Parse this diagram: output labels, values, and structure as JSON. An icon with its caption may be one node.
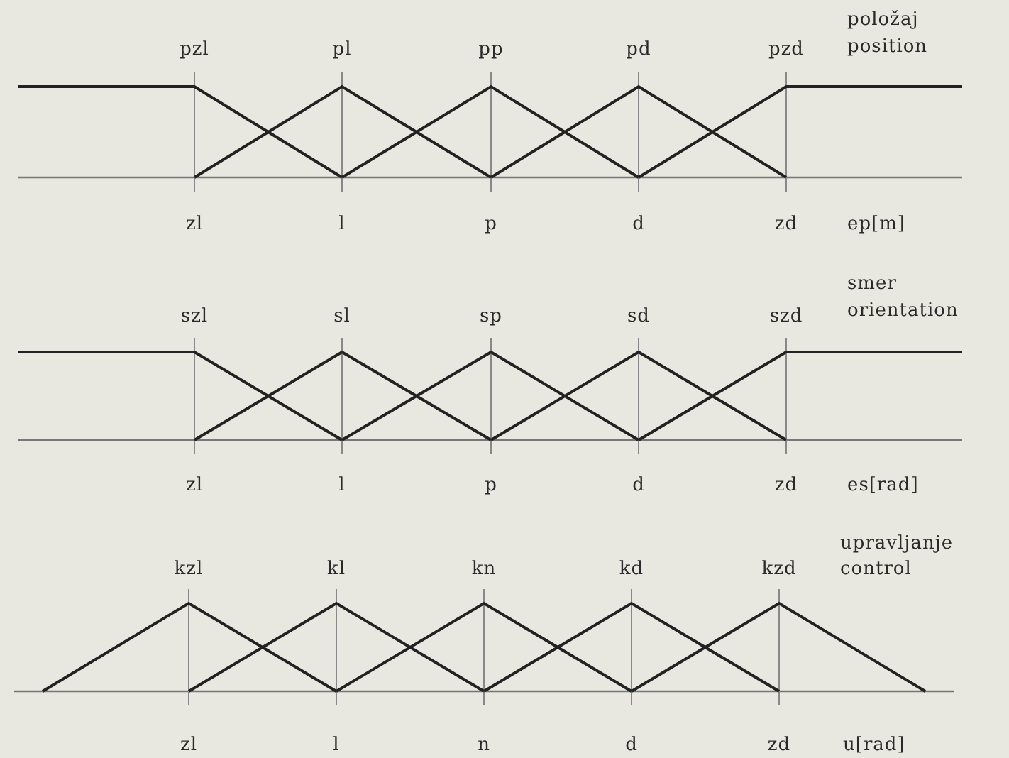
{
  "diagram": {
    "labels": [
      "položaj",
      "pzl",
      "pl",
      "pp",
      "pd",
      "pzd",
      "position",
      "zl",
      "l",
      "p",
      "d",
      "zd",
      "ep[m]",
      "smer",
      "szl",
      "sl",
      "sp",
      "sd",
      "szd",
      "orientation",
      "zl",
      "l",
      "p",
      "d",
      "zd",
      "es[rad]",
      "upravljanje",
      "kzl",
      "kl",
      "kn",
      "kd",
      "kzd",
      "control",
      "zl",
      "l",
      "n",
      "d",
      "zd",
      "u[rad]"
    ]
  }
}
